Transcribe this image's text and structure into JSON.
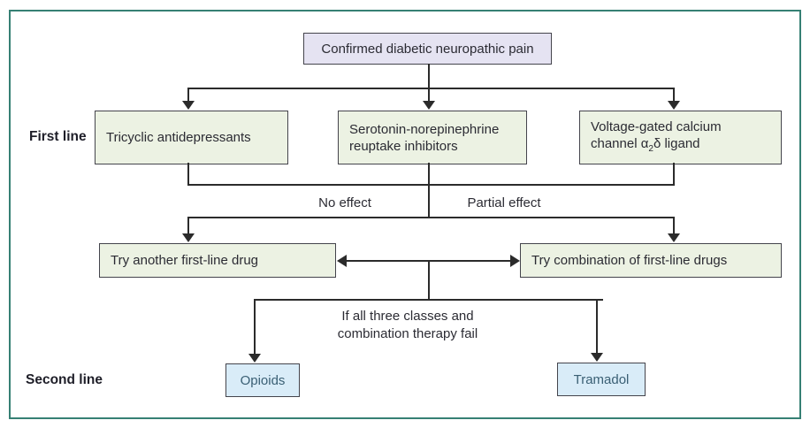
{
  "colors": {
    "frame": "#368074",
    "line": "#2b2b2b",
    "box-border": "#44444c",
    "lavender": "#e5e3f2",
    "green": "#ecf2e3",
    "blue": "#d9ecf8",
    "text": "#2b2b33",
    "blue-text": "#3a5f74"
  },
  "flowchart": {
    "root": "Confirmed diabetic neuropathic pain",
    "first_line_label": "First line",
    "second_line_label": "Second line",
    "first_line": {
      "tca": "Tricyclic antidepressants",
      "snri_line1": "Serotonin-norepinephrine",
      "snri_line2": "reuptake inhibitors",
      "vgcc_line1": "Voltage-gated calcium",
      "vgcc_line2_pre": "channel α",
      "vgcc_line2_sub": "2",
      "vgcc_line2_post": "δ ligand"
    },
    "branch_labels": {
      "no_effect": "No effect",
      "partial_effect": "Partial effect"
    },
    "outcomes": {
      "try_another": "Try another first-line drug",
      "try_combination": "Try combination of first-line drugs"
    },
    "fail_caption_line1": "If all three classes and",
    "fail_caption_line2": "combination therapy fail",
    "second_line": {
      "opioids": "Opioids",
      "tramadol": "Tramadol"
    }
  }
}
